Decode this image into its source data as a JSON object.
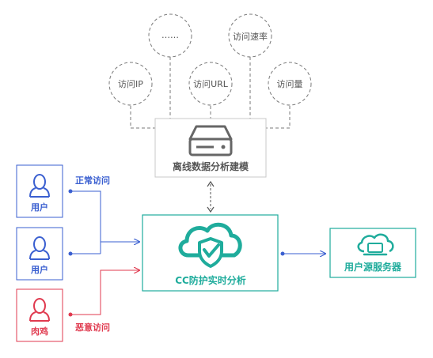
{
  "feature_circles": {
    "dots": "……",
    "rate": "访问速率",
    "ip": "访问IP",
    "url": "访问URL",
    "volume": "访问量"
  },
  "offline_box": {
    "label": "离线数据分析建模"
  },
  "cc_box": {
    "label": "CC防护实时分析"
  },
  "server_box": {
    "label": "用户源服务器"
  },
  "sources": [
    {
      "label": "用户"
    },
    {
      "label": "用户"
    },
    {
      "label": "肉鸡"
    }
  ],
  "edge_labels": {
    "normal": "正常访问",
    "malicious": "恶意访问"
  },
  "colors": {
    "teal": "#1fac9c",
    "blue": "#3a5fd0",
    "red": "#e03a4f",
    "gray_border": "#c9c9c9",
    "dashed": "#7a7a7a",
    "text_gray": "#555555"
  }
}
